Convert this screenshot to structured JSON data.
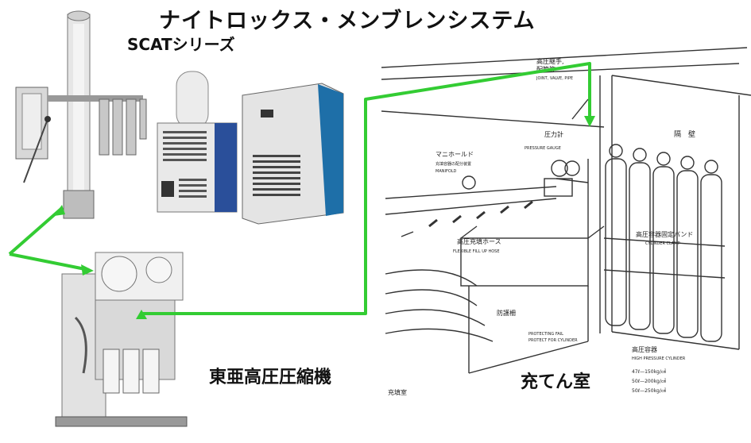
{
  "title": "ナイトロックス・メンブレンシステム",
  "subtitle": "SCATシリーズ",
  "captions": {
    "compressor": "東亜高圧圧縮機",
    "fill_room": "充てん室"
  },
  "drawing_labels": {
    "piping_jp": "高圧継手,",
    "piping_jp2": "配管等",
    "piping_en": "JOINT, VALVE, PIPE",
    "gauge_jp": "圧力計",
    "gauge_en": "PRESSURE GAUGE",
    "wall": "隔　壁",
    "manifold_jp": "マニホールド",
    "manifold_jp2": "充填容器の配分装置",
    "manifold_en": "MANIFOLD",
    "hose_jp": "高圧充填ホース",
    "hose_en": "FLEXIBLE FILL UP HOSE",
    "clamp_jp": "高圧容器固定バンド",
    "clamp_en": "CYLINDER CLAMP",
    "protect_jp": "防護柵",
    "protect_en1": "PROTECTING FAIL",
    "protect_en2": "PROTECT FOR CYLINDER",
    "cylinder_jp": "高圧容器",
    "cylinder_en": "HIGH PRESSURE CYLINDER",
    "spec1": "47ℓ—150kg/㎠",
    "spec2": "50ℓ—200kg/㎠",
    "spec3": "50ℓ—250kg/㎠",
    "room_label": "充填室"
  },
  "colors": {
    "arrow": "#33cc33",
    "cabinet_blue": "#1e6fa8",
    "dryer_blue": "#2a4f9a"
  }
}
